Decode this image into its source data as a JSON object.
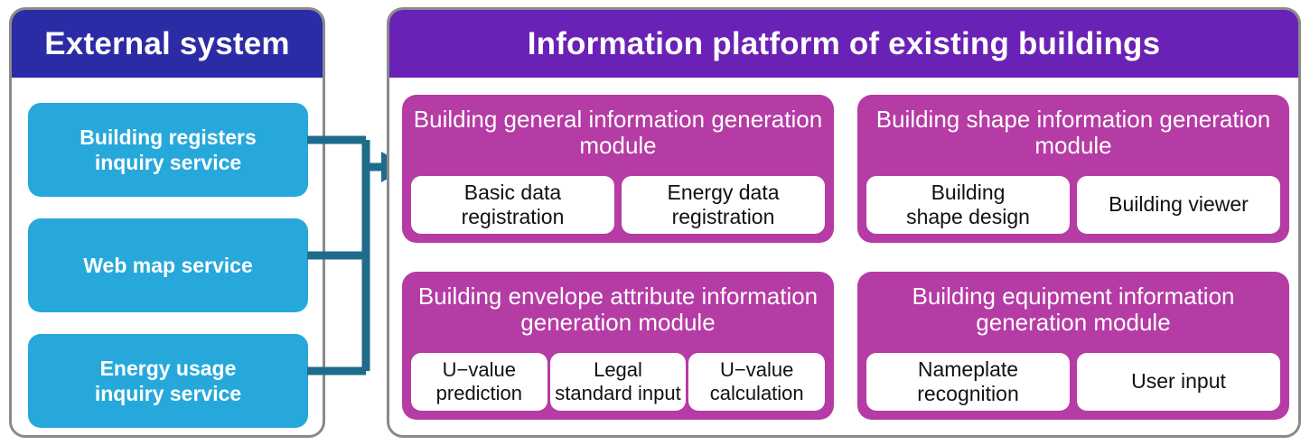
{
  "colors": {
    "external_header": "#2b2ba5",
    "platform_header": "#6a21b5",
    "service_box": "#27a8db",
    "module_box": "#b53ba5",
    "submodule_box": "#ffffff",
    "panel_border": "#8a8a8a",
    "connector": "#1f6b8c"
  },
  "external": {
    "title": "External system",
    "services": [
      {
        "label": "Building registers\ninquiry service"
      },
      {
        "label": "Web map service"
      },
      {
        "label": "Energy usage\ninquiry service"
      }
    ]
  },
  "platform": {
    "title": "Information platform of existing buildings",
    "modules": [
      {
        "title": "Building general information generation module",
        "submodules": [
          {
            "label": "Basic data\nregistration"
          },
          {
            "label": "Energy data\nregistration"
          }
        ]
      },
      {
        "title": "Building shape information generation module",
        "submodules": [
          {
            "label": "Building\nshape design"
          },
          {
            "label": "Building viewer"
          }
        ]
      },
      {
        "title": "Building envelope attribute information generation module",
        "submodules": [
          {
            "label": "U−value\nprediction"
          },
          {
            "label": "Legal\nstandard input"
          },
          {
            "label": "U−value\ncalculation"
          }
        ]
      },
      {
        "title": "Building equipment information generation module",
        "submodules": [
          {
            "label": "Nameplate\nrecognition"
          },
          {
            "label": "User input"
          }
        ]
      }
    ]
  },
  "connector": {
    "description": "Three service outputs merge into a single arrow pointing into the information platform"
  }
}
